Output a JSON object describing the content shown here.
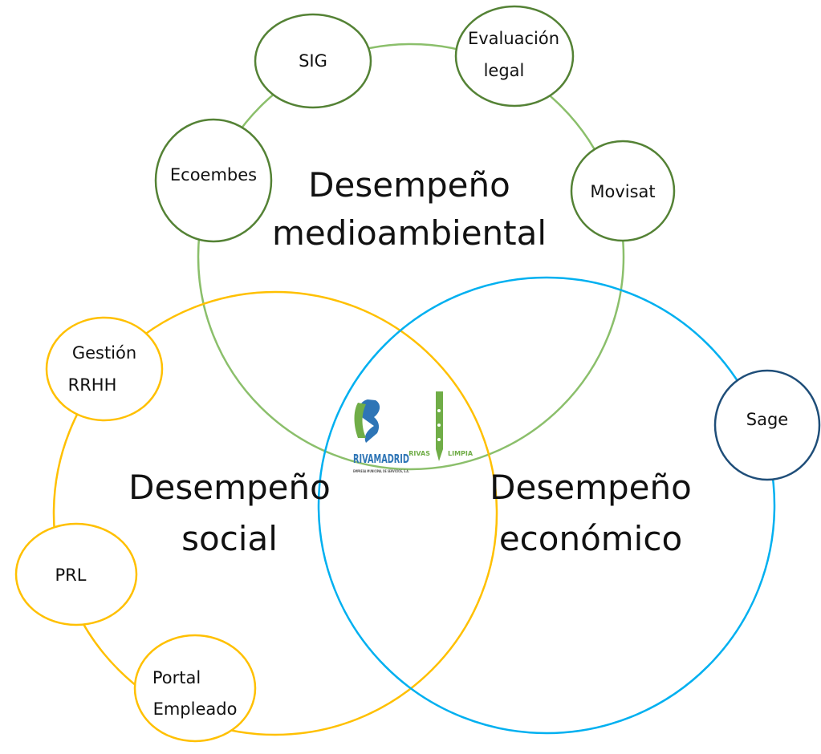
{
  "colors": {
    "environment": "#70ad47",
    "social": "#ffc000",
    "economic": "#00b0f0",
    "sage": "#1f4e79",
    "logo_green": "#70ad47",
    "logo_blue": "#2e75b6"
  },
  "sets": {
    "environment": {
      "line1": "Desempeño",
      "line2": "medioambiental"
    },
    "social": {
      "line1": "Desempeño",
      "line2": "social"
    },
    "economic": {
      "line1": "Desempeño",
      "line2": "económico"
    }
  },
  "nodes": {
    "sig": "SIG",
    "evaluacion": {
      "line1": "Evaluación",
      "line2": "legal"
    },
    "ecoembes": "Ecoembes",
    "movisat": "Movisat",
    "gestion": {
      "line1": "Gestión",
      "line2": "RRHH"
    },
    "prl": "PRL",
    "portal": {
      "line1": "Portal",
      "line2": "Empleado"
    },
    "sage": "Sage"
  },
  "logos": {
    "rivamadrid": {
      "name": "RIVAMADRID",
      "tagline": "EMPRESA MUNICIPAL DE SERVICIOS, S.A."
    },
    "rivaslimpia": {
      "left": "RIVAS",
      "right": "LIMPIA"
    }
  }
}
